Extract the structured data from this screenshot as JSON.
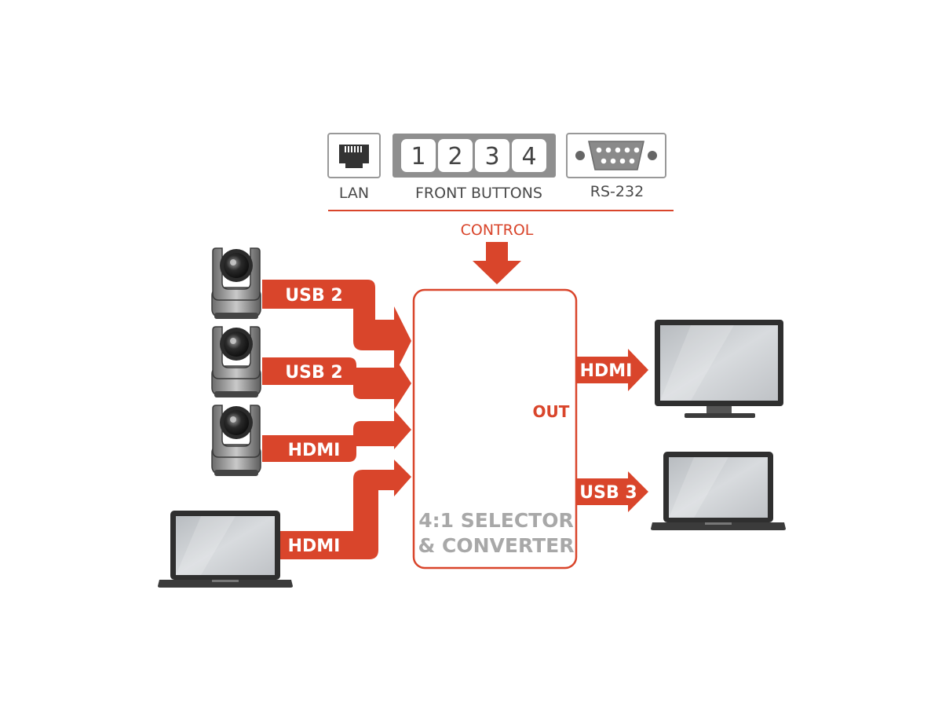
{
  "control": {
    "lan_label": "LAN",
    "buttons_label": "FRONT BUTTONS",
    "buttons": [
      "1",
      "2",
      "3",
      "4"
    ],
    "rs232_label": "RS-232",
    "control_label": "CONTROL"
  },
  "inputs": [
    {
      "device": "ptz-camera",
      "connection": "USB 2"
    },
    {
      "device": "ptz-camera",
      "connection": "USB 2"
    },
    {
      "device": "ptz-camera",
      "connection": "HDMI"
    },
    {
      "device": "laptop",
      "connection": "HDMI"
    }
  ],
  "unit": {
    "line1": "4:1 SELECTOR",
    "line2": "& CONVERTER",
    "out_label": "OUT"
  },
  "outputs": [
    {
      "device": "monitor",
      "connection": "HDMI"
    },
    {
      "device": "laptop",
      "connection": "USB 3"
    }
  ],
  "colors": {
    "accent": "#d9452b",
    "box_border": "#d9452b",
    "gray_panel": "#8f8f8f"
  },
  "icons": [
    "lan-port-icon",
    "db9-connector-icon",
    "ptz-camera-icon",
    "laptop-icon",
    "monitor-icon"
  ]
}
